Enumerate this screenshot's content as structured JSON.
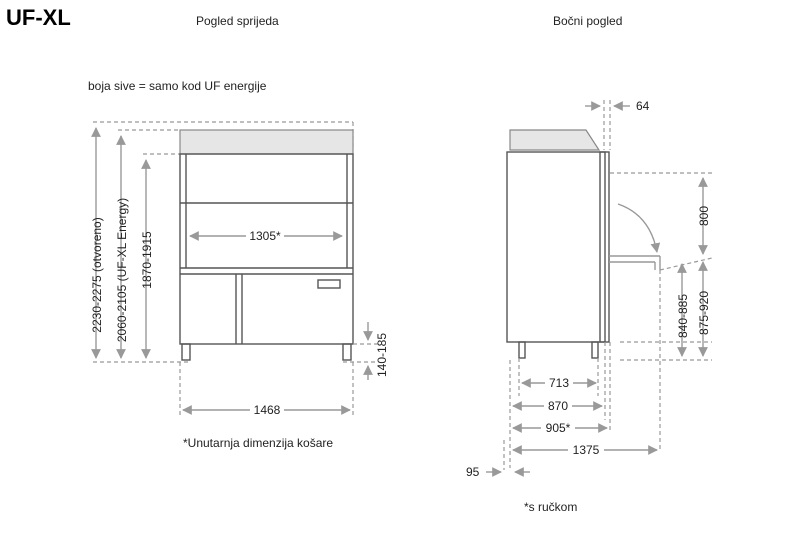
{
  "title": "UF-XL",
  "views": {
    "front_label": "Pogled sprijeda",
    "side_label": "Bočni pogled"
  },
  "notes": {
    "grey_note": "boja sive = samo kod UF energije",
    "inner_basket": "*Unutarnja dimenzija košare",
    "with_handle": "*s ručkom"
  },
  "front_dims": {
    "open_height": "2230-2275 (otvoreno)",
    "energy_height": "2060-2105 (UF-XL Energy)",
    "height": "1870-1915",
    "basket_width": "1305*",
    "leg_height": "140-185",
    "width": "1468"
  },
  "side_dims": {
    "top_offset": "64",
    "door_height": "800",
    "table_h1": "840-885",
    "table_h2": "875-920",
    "d713": "713",
    "d870": "870",
    "d905": "905*",
    "d1375": "1375",
    "d95": "95"
  },
  "colors": {
    "dimension_line": "#999999",
    "outline": "#555555",
    "grey_panel": "#e6e6e6"
  }
}
